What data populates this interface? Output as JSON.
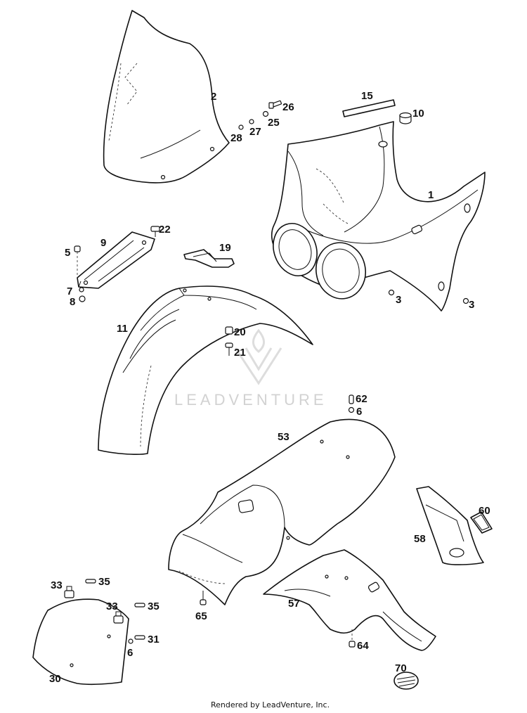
{
  "watermark": "LEADVENTURE",
  "credit": "Rendered by LeadVenture, Inc.",
  "callouts": [
    {
      "id": "c2",
      "text": "2"
    },
    {
      "id": "c26",
      "text": "26"
    },
    {
      "id": "c25",
      "text": "25"
    },
    {
      "id": "c27",
      "text": "27"
    },
    {
      "id": "c28",
      "text": "28"
    },
    {
      "id": "c15",
      "text": "15"
    },
    {
      "id": "c10",
      "text": "10"
    },
    {
      "id": "c1",
      "text": "1"
    },
    {
      "id": "c22",
      "text": "22"
    },
    {
      "id": "c9",
      "text": "9"
    },
    {
      "id": "c5",
      "text": "5"
    },
    {
      "id": "c19",
      "text": "19"
    },
    {
      "id": "c7",
      "text": "7"
    },
    {
      "id": "c8",
      "text": "8"
    },
    {
      "id": "c3a",
      "text": "3"
    },
    {
      "id": "c3b",
      "text": "3"
    },
    {
      "id": "c11",
      "text": "11"
    },
    {
      "id": "c20",
      "text": "20"
    },
    {
      "id": "c21",
      "text": "21"
    },
    {
      "id": "c62",
      "text": "62"
    },
    {
      "id": "c6a",
      "text": "6"
    },
    {
      "id": "c53",
      "text": "53"
    },
    {
      "id": "c60",
      "text": "60"
    },
    {
      "id": "c58",
      "text": "58"
    },
    {
      "id": "c33a",
      "text": "33"
    },
    {
      "id": "c35a",
      "text": "35"
    },
    {
      "id": "c33b",
      "text": "33"
    },
    {
      "id": "c35b",
      "text": "35"
    },
    {
      "id": "c57",
      "text": "57"
    },
    {
      "id": "c65",
      "text": "65"
    },
    {
      "id": "c31",
      "text": "31"
    },
    {
      "id": "c6b",
      "text": "6"
    },
    {
      "id": "c64",
      "text": "64"
    },
    {
      "id": "c30",
      "text": "30"
    },
    {
      "id": "c70",
      "text": "70"
    }
  ]
}
